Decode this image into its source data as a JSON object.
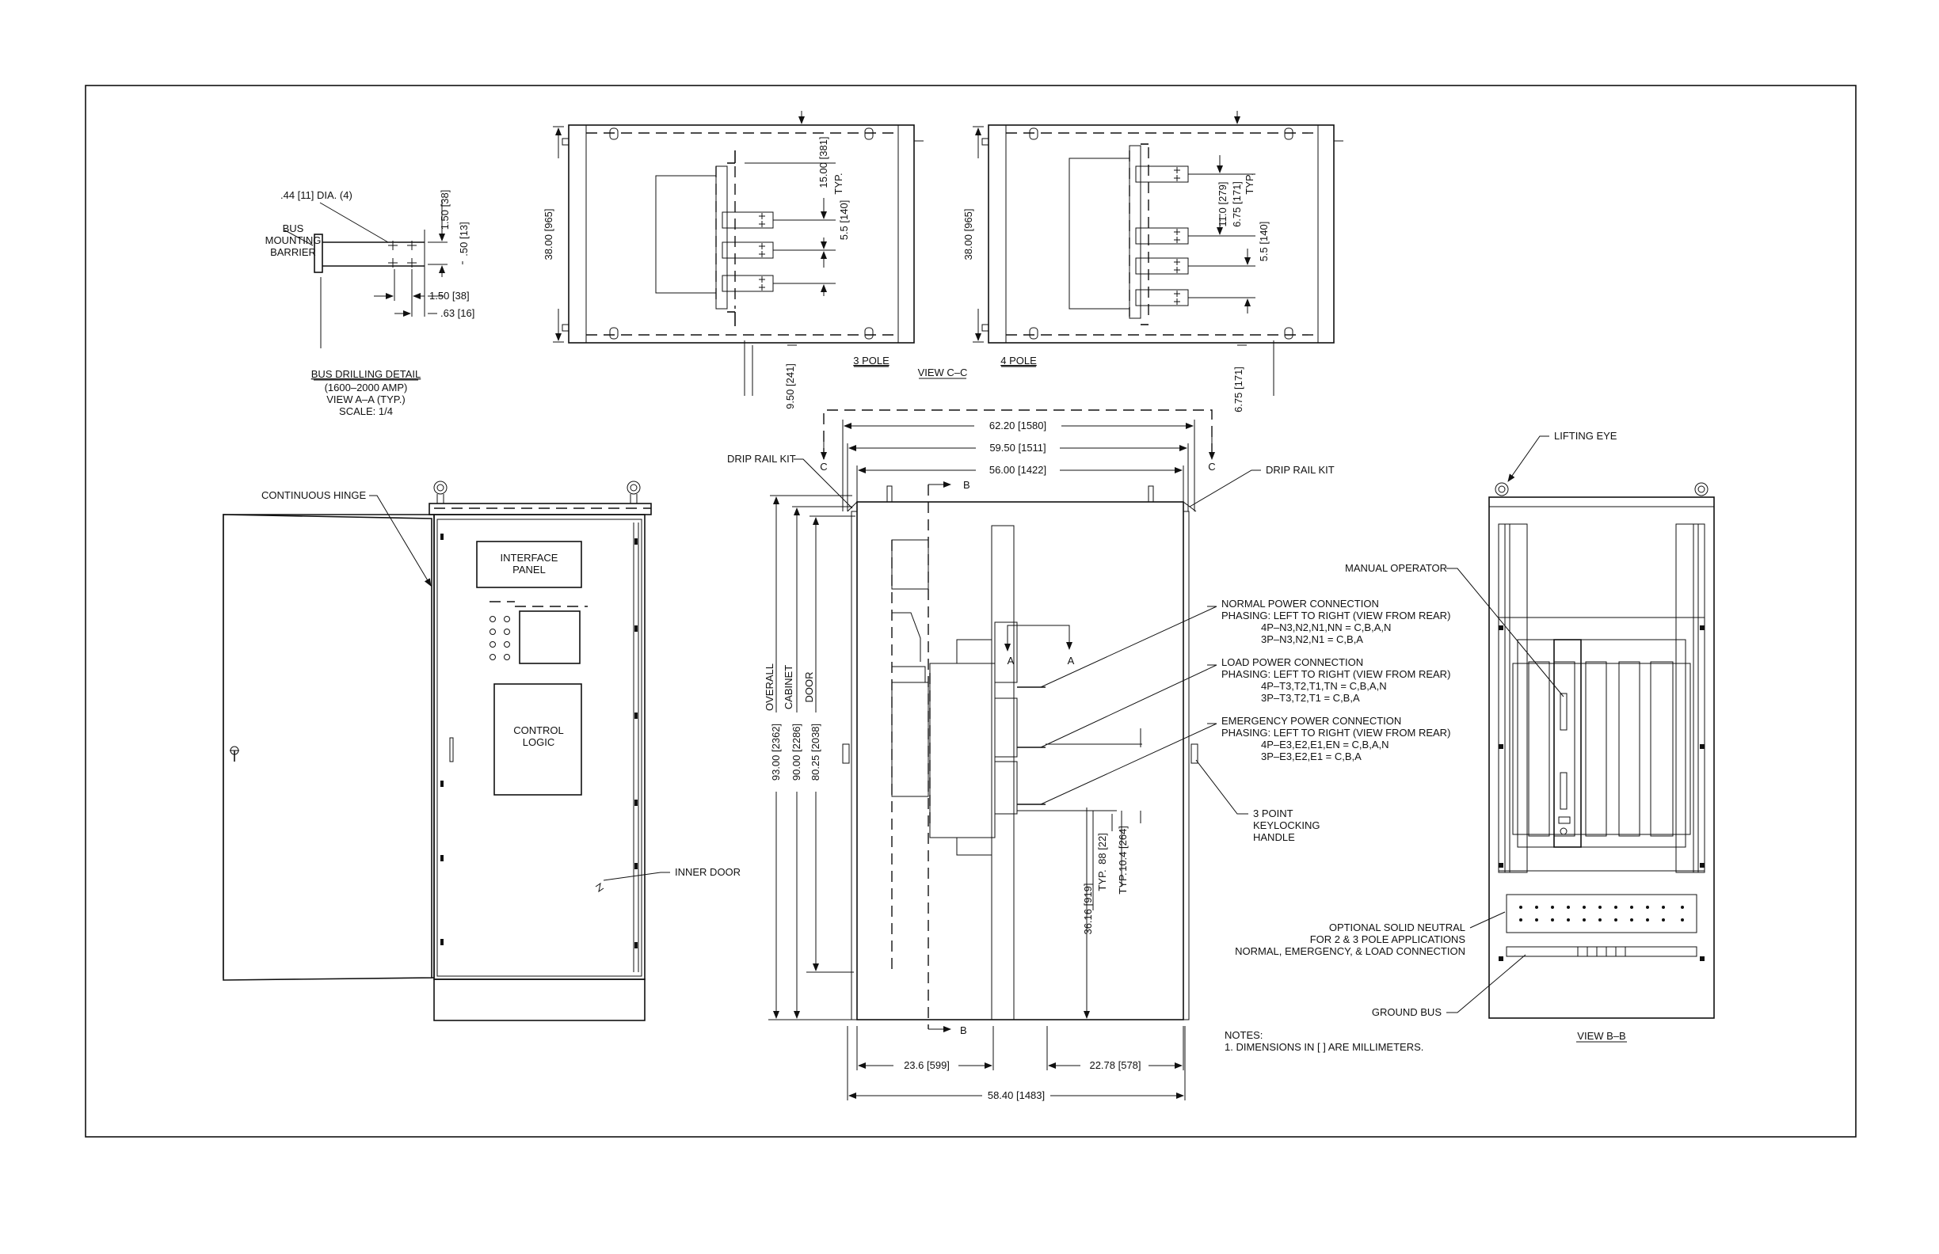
{
  "bus_detail": {
    "dia": ".44 [11] DIA. (4)",
    "barrier": [
      "BUS",
      "MOUNTING",
      "BARRIER"
    ],
    "dim_150v": "1.50 [38]",
    "dim_50": ".50 [13]",
    "dim_150h": "1.50 [38]",
    "dim_63": ".63 [16]",
    "title": "BUS DRILLING DETAIL",
    "sub1": "(1600–2000 AMP)",
    "sub2": "VIEW A–A (TYP.)",
    "sub3": "SCALE: 1/4"
  },
  "view_c3": {
    "height": "38.00 [965]",
    "d1500": "15.00 [381]",
    "typ": "TYP.",
    "d55": "5.5 [140]",
    "d950": "9.50 [241]",
    "label": "3 POLE"
  },
  "view_cc": "VIEW C–C",
  "view_c4": {
    "height": "38.00 [965]",
    "d110": "11.0 [279]",
    "d675": "6.75 [171]",
    "typ": "TYP.",
    "d55": "5.5 [140]",
    "d675b": "6.75 [171]",
    "label": "4 POLE"
  },
  "front": {
    "hinge": "CONTINUOUS HINGE",
    "interface": [
      "INTERFACE",
      "PANEL"
    ],
    "control": [
      "CONTROL",
      "LOGIC"
    ],
    "inner_door": "INNER DOOR"
  },
  "side": {
    "d6220": "62.20 [1580]",
    "d5950": "59.50 [1511]",
    "d5600": "56.00 [1422]",
    "drip_left": "DRIP RAIL KIT",
    "drip_right": "DRIP RAIL KIT",
    "c": "C",
    "b": "B",
    "a": "A",
    "overall": "OVERALL",
    "cabinet": "CABINET",
    "door": "DOOR",
    "d9300": "93.00 [2362]",
    "d9000": "90.00 [2286]",
    "d8025": "80.25 [2038]",
    "d3616": "36.16 [919]",
    "d88": "88 [22]",
    "typ": "TYP.",
    "d104": "10.4 [264]",
    "d236": "23.6 [599]",
    "d2278": "22.78 [578]",
    "d5840": "58.40 [1483]",
    "keylock": [
      "3 POINT",
      "KEYLOCKING",
      "HANDLE"
    ]
  },
  "conn": {
    "normal": [
      "NORMAL POWER CONNECTION",
      "PHASING: LEFT TO RIGHT (VIEW FROM REAR)",
      "4P–N3,N2,N1,NN = C,B,A,N",
      "3P–N3,N2,N1 = C,B,A"
    ],
    "load": [
      "LOAD POWER CONNECTION",
      "PHASING: LEFT TO RIGHT (VIEW FROM REAR)",
      "4P–T3,T2,T1,TN = C,B,A,N",
      "3P–T3,T2,T1 = C,B,A"
    ],
    "emergency": [
      "EMERGENCY POWER CONNECTION",
      "PHASING: LEFT TO RIGHT (VIEW FROM REAR)",
      "4P–E3,E2,E1,EN = C,B,A,N",
      "3P–E3,E2,E1 = C,B,A"
    ]
  },
  "notes": [
    "NOTES:",
    "1. DIMENSIONS IN [ ] ARE MILLIMETERS."
  ],
  "rear": {
    "lifting": "LIFTING EYE",
    "manual": "MANUAL OPERATOR",
    "neutral": [
      "OPTIONAL SOLID NEUTRAL",
      "FOR 2 & 3 POLE APPLICATIONS",
      "NORMAL, EMERGENCY, & LOAD CONNECTION"
    ],
    "ground": "GROUND BUS",
    "view": "VIEW B–B"
  }
}
